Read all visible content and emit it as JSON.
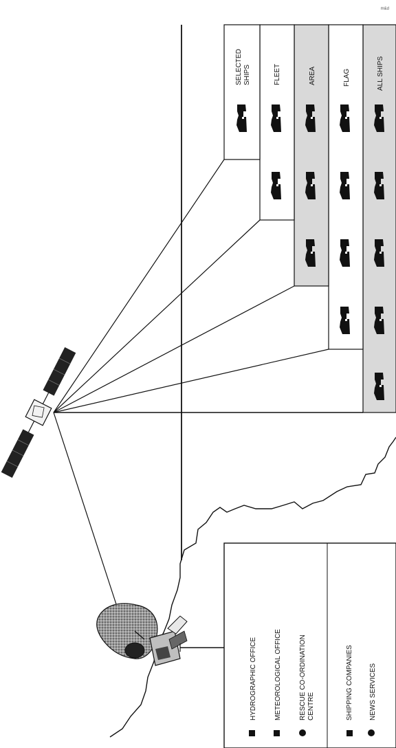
{
  "corner_code": "m&d",
  "ship_groups": [
    {
      "id": "selected",
      "label_lines": [
        "SELECTED",
        "SHIPS"
      ],
      "shaded": false
    },
    {
      "id": "fleet",
      "label_lines": [
        "FLEET"
      ],
      "shaded": false
    },
    {
      "id": "area",
      "label_lines": [
        "AREA"
      ],
      "shaded": true
    },
    {
      "id": "flag",
      "label_lines": [
        "FLAG"
      ],
      "shaded": false
    },
    {
      "id": "all",
      "label_lines": [
        "ALL SHIPS"
      ],
      "shaded": true
    }
  ],
  "recipients": [
    {
      "marker": "square",
      "lines": [
        "HYDROGRAPHIC OFFICE"
      ]
    },
    {
      "marker": "square",
      "lines": [
        "METEOROLOGICAL OFFICE"
      ]
    },
    {
      "marker": "circle",
      "lines": [
        "RESCUE CO-ORDINATION",
        "CENTRE"
      ]
    },
    {
      "marker": "square",
      "lines": [
        "SHIPPING COMPANIES"
      ]
    },
    {
      "marker": "circle",
      "lines": [
        "NEWS SERVICES"
      ]
    }
  ],
  "icons": {
    "satellite": "satellite-icon",
    "land_station": "land-earth-station-icon",
    "ship": "ship-icon"
  }
}
